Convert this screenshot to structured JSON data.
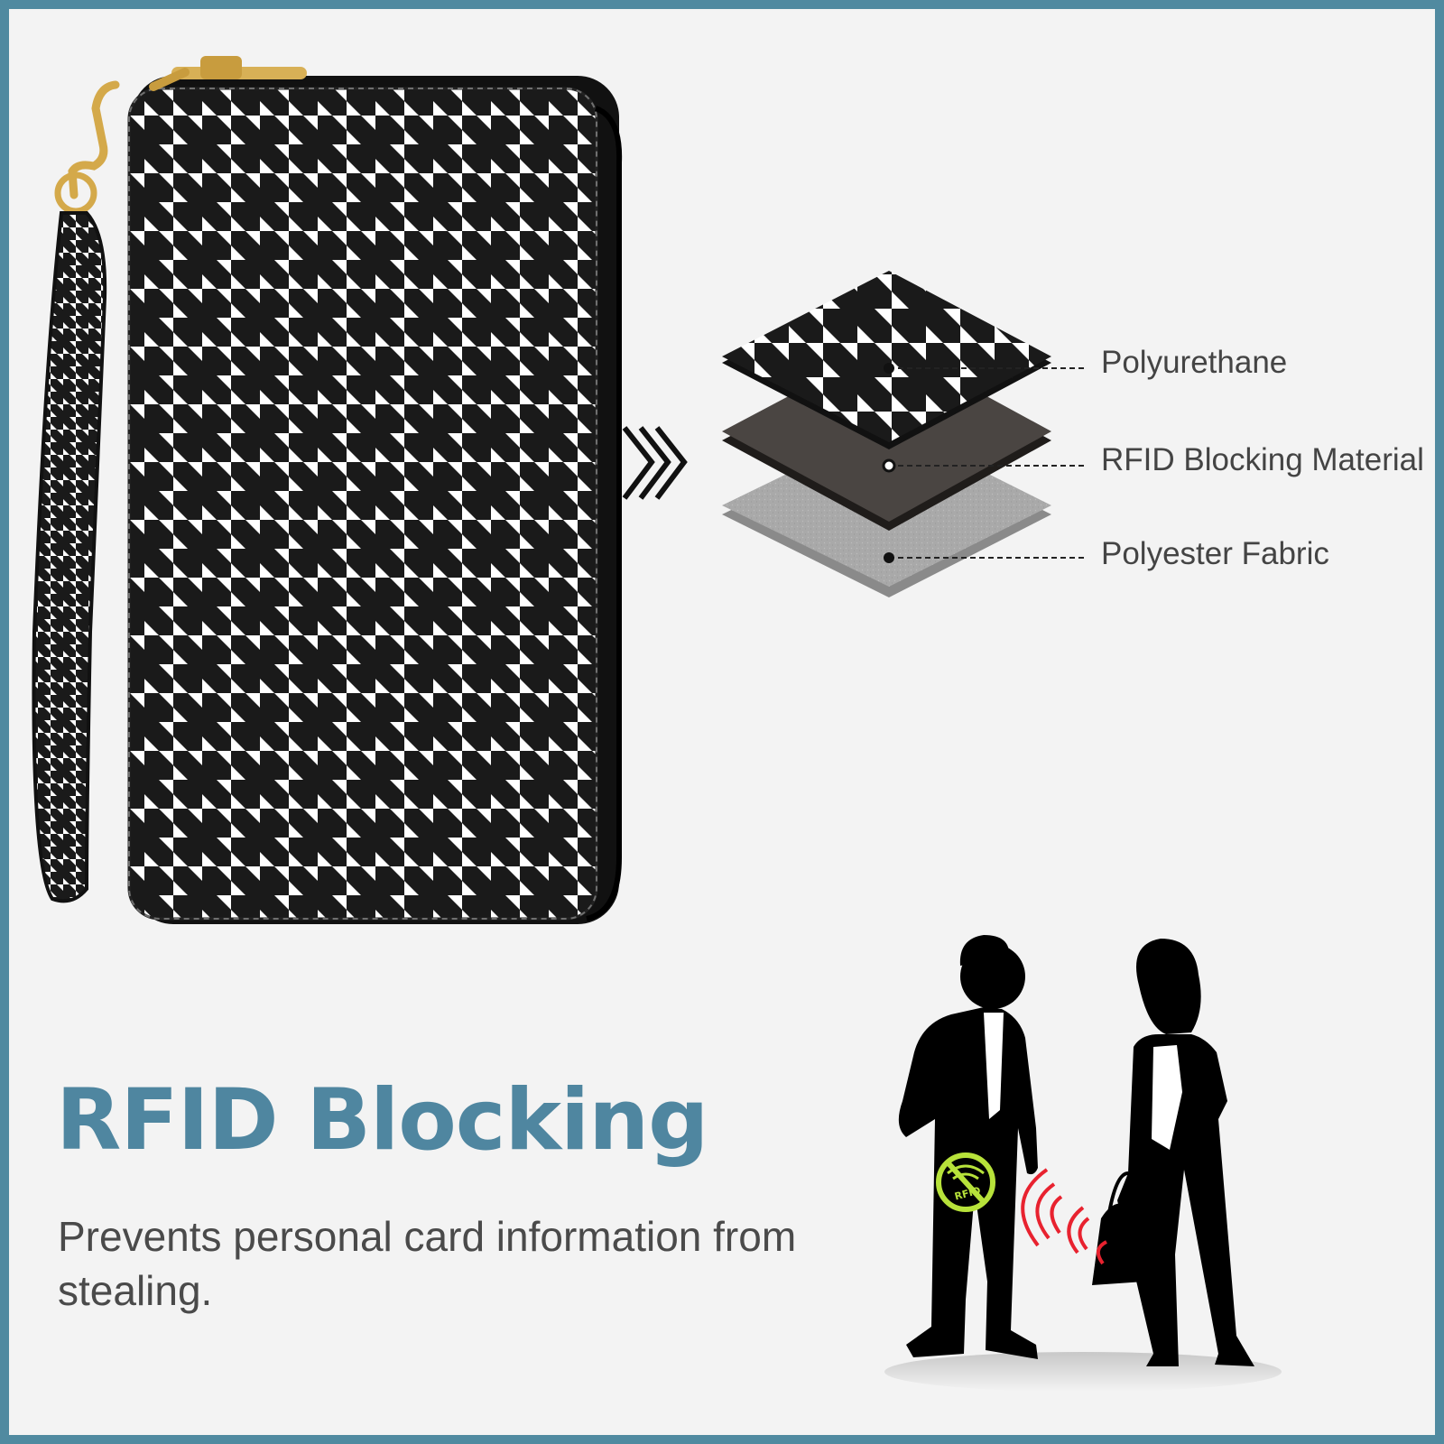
{
  "colors": {
    "frame": "#508aa0",
    "background": "#f3f3f3",
    "headline": "#4f86a0",
    "rfid_layer": "#4a4542",
    "fabric_layer": "#a9a9a9",
    "blocked_badge": "#b7e23a",
    "signal": "#e8222f"
  },
  "layers": {
    "top": "Polyurethane",
    "middle": "RFID Blocking Material",
    "bottom": "Polyester Fabric"
  },
  "headline": "RFID Blocking",
  "subline": "Prevents personal card information from stealing.",
  "badge_text": "RFID",
  "icons": {
    "arrows": "triple-chevron-right-icon",
    "badge": "no-rfid-icon",
    "signal": "rfid-signal-icon"
  }
}
